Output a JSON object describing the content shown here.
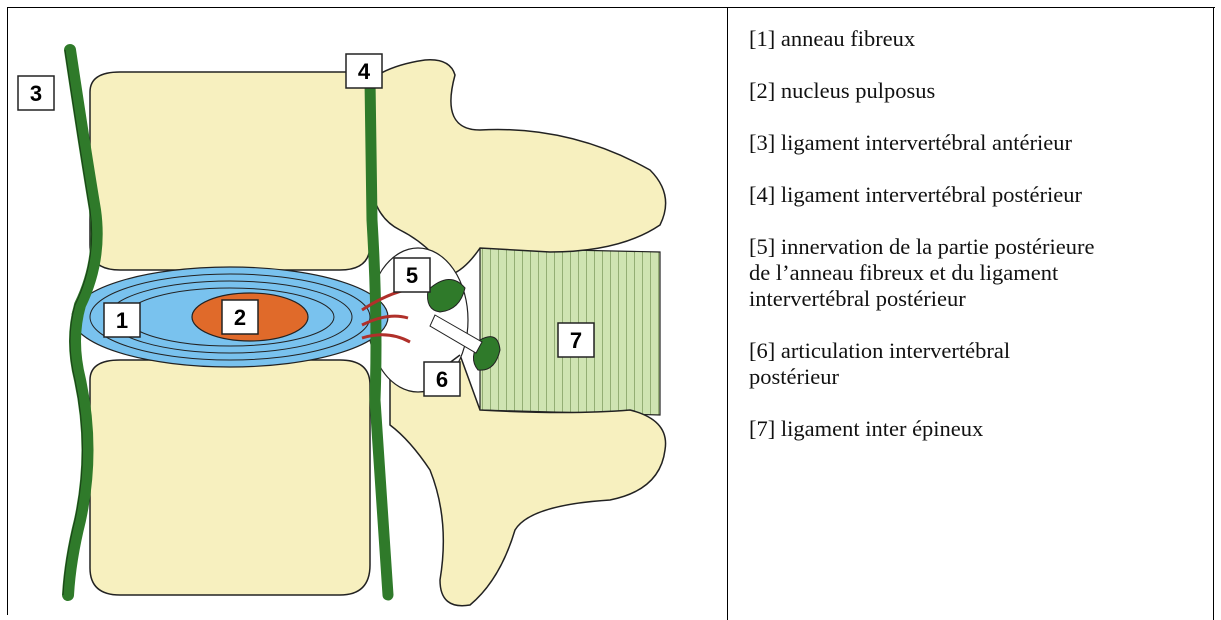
{
  "labels": [
    "1",
    "2",
    "3",
    "4",
    "5",
    "6",
    "7"
  ],
  "legend": [
    "[1] anneau fibreux",
    "[2] nucleus pulposus",
    "[3] ligament intervertébral antérieur",
    "[4] ligament intervertébral postérieur",
    "[5] innervation de la partie postérieure\nde l’anneau fibreux et du ligament\nintervertébral postérieur",
    "[6] articulation intervertébral\npostérieur",
    "[7] ligament inter épineux"
  ],
  "colors": {
    "bone": "#f7f0bf",
    "ligament": "#2f7a2a",
    "annulus": "#79c2ee",
    "nucleus": "#e06a2a",
    "nerve": "#b0302a",
    "interspinous": "#cfe4b2"
  }
}
